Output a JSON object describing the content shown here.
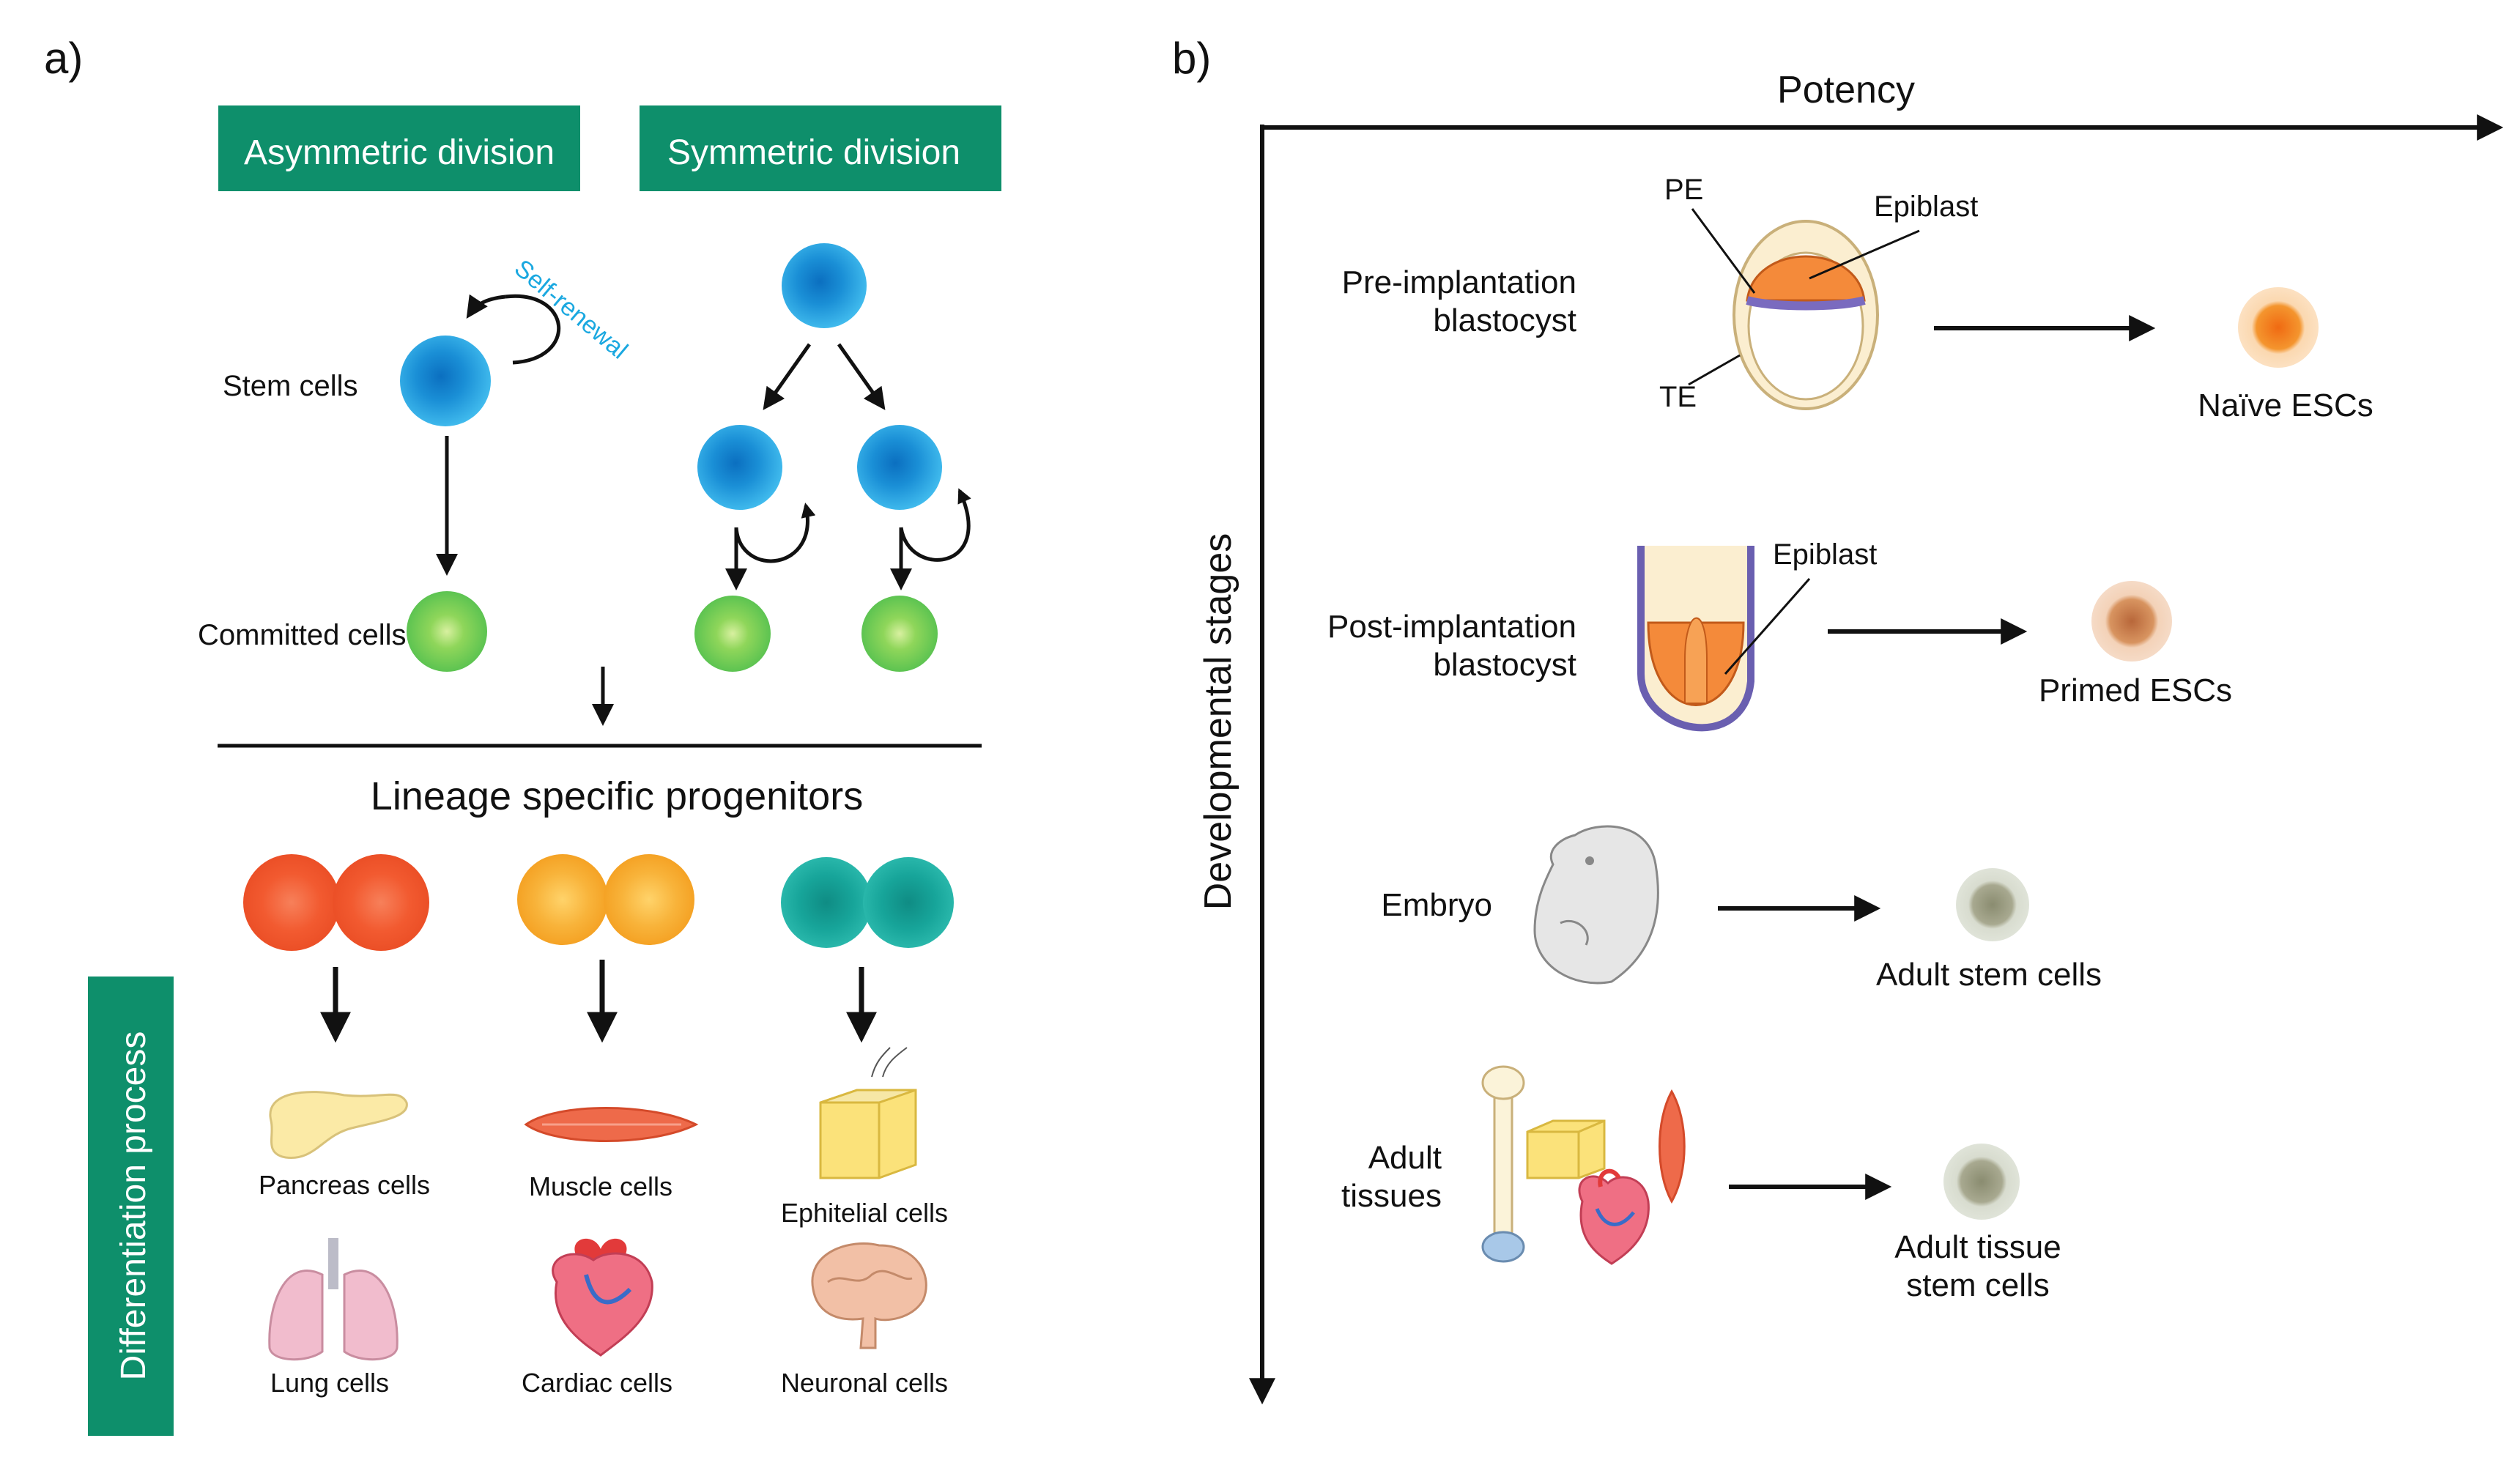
{
  "panel_a": {
    "label": "a)",
    "asymmetric_title": "Asymmetric division",
    "symmetric_title": "Symmetric division",
    "self_renewal": "Self-renewal",
    "stem_cells": "Stem cells",
    "committed_cells": "Committed cells",
    "progenitors_title": "Lineage specific progenitors",
    "differentiation_label": "Differentiation process",
    "cell_types": {
      "pancreas": "Pancreas cells",
      "muscle": "Muscle cells",
      "epithelial": "Ephitelial cells",
      "lung": "Lung cells",
      "cardiac": "Cardiac cells",
      "neuronal": "Neuronal cells"
    }
  },
  "panel_b": {
    "label": "b)",
    "x_axis": "Potency",
    "y_axis": "Developmental stages",
    "rows": {
      "pre_implantation": {
        "stage": [
          "Pre-implantation",
          "blastocyst"
        ],
        "result": "Naïve ESCs",
        "pe": "PE",
        "epiblast": "Epiblast",
        "te": "TE"
      },
      "post_implantation": {
        "stage": [
          "Post-implantation",
          "blastocyst"
        ],
        "result": "Primed ESCs",
        "epiblast": "Epiblast"
      },
      "embryo": {
        "stage": [
          "Embryo"
        ],
        "result": "Adult stem cells"
      },
      "adult": {
        "stage": [
          "Adult",
          "tissues"
        ],
        "result": [
          "Adult tissue",
          "stem cells"
        ]
      }
    }
  },
  "colors": {
    "green_box": "#0e8f6b",
    "stem_blue": "#1aa0e0",
    "committed_green": "#6ccf4e",
    "progenitor_red": "#f15a30",
    "progenitor_yellow": "#f7a823",
    "progenitor_teal": "#17a59a",
    "self_renewal_text": "#1aa8e0",
    "naive_esc": "#f07a1e",
    "primed_esc": "#c8805a",
    "adult_cell": "#9a9a86"
  }
}
